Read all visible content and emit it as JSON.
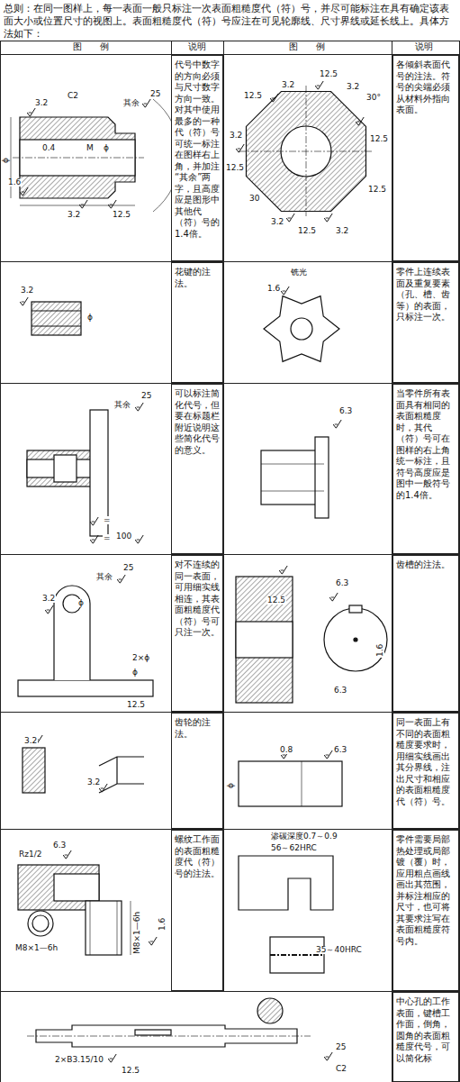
{
  "diagram": {
    "title": "总则：在同一图样上，每一表面一般只标注一次表面粗糙度代（符）号，并尽可能标注在具有确定该表面大小或位置尺寸的视图上。表面粗糙度代（符）号应注在可见轮廓线、尺寸界线或延长线上。具体方法如下：",
    "nodes": [
      {
        "text": [
          "代号中数字的方向必须与尺寸数字方向一致。对其中使用最多的一种代（符）号可统一标注在图样右上角，并加注“其余”两字，且高度应是图形中其他代（符）号的1.4倍。"
        ]
      },
      {
        "text": [
          "各倾斜表面代号的注法。符号的尖端必须从材料外指向表面。"
        ]
      },
      {
        "text": [
          "花键的注法。"
        ]
      },
      {
        "text": [
          "零件上连续表面及重复要素（孔、槽、齿等）的表面，只标注一次。"
        ]
      },
      {
        "text": [
          "可以标注简化代号，但要在标题栏附近说明这些简化代号的意义。"
        ]
      },
      {
        "text": [
          "当零件所有表面具有相同的表面粗糙度时，其代（符）号可在图样的右上角统一标注，且符号高度应是图中一般符号的1.4倍。"
        ]
      },
      {
        "text": [
          "对不连续的同一表面，可用细实线相连，其表面粗糙度代（符）号可只注一次。"
        ]
      },
      {
        "text": [
          "齿槽的注法。"
        ]
      },
      {
        "text": [
          "齿轮的注法。"
        ]
      },
      {
        "text": [
          "同一表面上有不同的表面粗糙度要求时，用细实线画出其分界线，注出尺寸和相应的表面粗糙度代（符）号。"
        ]
      },
      {
        "text": [
          "螺纹工作面的表面粗糙度代（符）号的注法。"
        ]
      },
      {
        "text": [
          "零件需要局部热处理或局部镀（覆）时，应用粗点画线画出其范围，并标注相应的尺寸，也可将其要求注写在表面粗糙度符号内。"
        ]
      },
      {
        "text": [
          "中心孔的工作表面，键槽工作面，倒角，圆角的表面粗糙度代号，可以简化标"
        ]
      }
    ],
    "labels": [
      "图　　例",
      "说明",
      "图　　例",
      "说明",
      "3.2",
      "C2",
      "其余",
      "25",
      "ϕ",
      "0.4",
      "M",
      "ϕ",
      "1.6",
      "3.2",
      "12.5",
      "3.2",
      "12.5",
      "12.5",
      "3.2",
      "30°",
      "12.5",
      "3.2",
      "12.5",
      "30",
      "3.2",
      "12.5",
      "3.2",
      "12.5",
      "3.2",
      "ϕ",
      "铣光",
      "1.6",
      "其余",
      "25",
      "=",
      "=",
      "100",
      "6.3",
      "其余",
      "25",
      "3.2",
      "ϕ",
      "2×ϕ",
      "ϕ",
      "12.5",
      "12.5",
      "6.3",
      "1.6",
      "6.3",
      "3.2",
      "3.2",
      "0.8",
      "6.3",
      "ϕ",
      "Rz1/2",
      "6.3",
      "M8×1—6h",
      "M8×1—6h",
      "1.6",
      "渗碳深度0.7～0.9",
      "56～62HRC",
      "35～40HRC",
      "2×B3.15/10",
      "12.5",
      "25",
      "C2"
    ]
  }
}
